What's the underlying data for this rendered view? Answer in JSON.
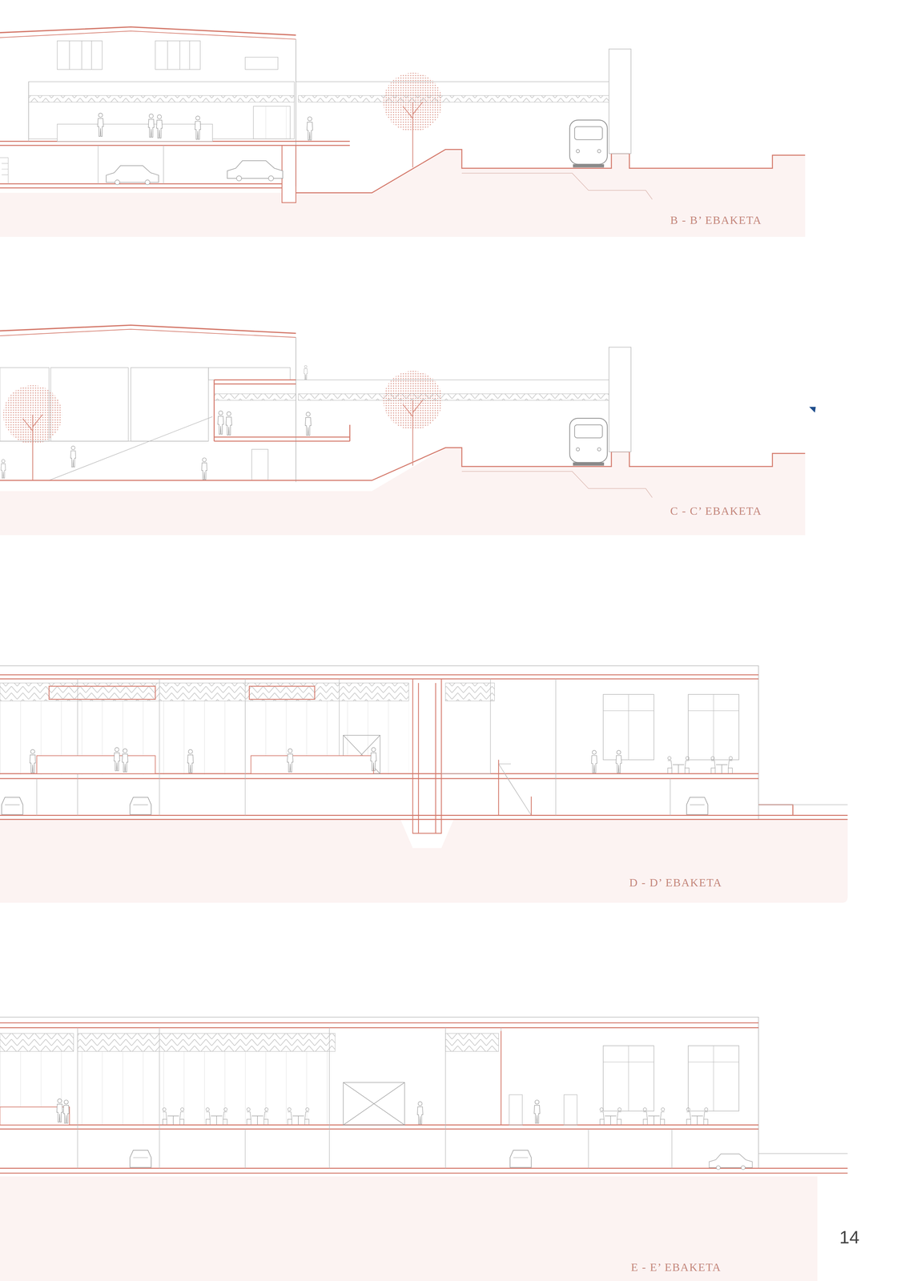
{
  "diagram": {
    "labels": [
      "B - B’ EBAKETA",
      "C - C’ EBAKETA",
      "D - D’ EBAKETA",
      "E - E’ EBAKETA",
      "14"
    ]
  }
}
